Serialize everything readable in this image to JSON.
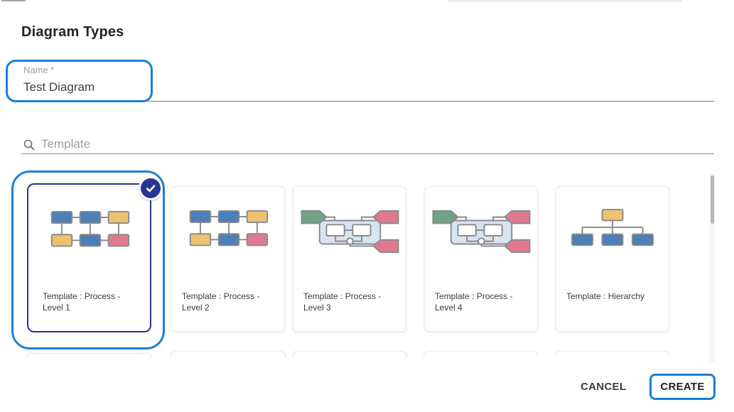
{
  "dialog": {
    "title": "Diagram Types",
    "name_field": {
      "label": "Name *",
      "value": "Test Diagram"
    },
    "search": {
      "placeholder": "Template",
      "icon": "search-icon"
    },
    "templates": [
      {
        "label": "Template : Process - Level 1",
        "thumbnail": "process-flow",
        "selected": true
      },
      {
        "label": "Template : Process - Level 2",
        "thumbnail": "process-flow",
        "selected": false
      },
      {
        "label": "Template : Process - Level 3",
        "thumbnail": "gateway-flow",
        "selected": false
      },
      {
        "label": "Template : Process - Level 4",
        "thumbnail": "gateway-flow",
        "selected": false
      },
      {
        "label": "Template : Hierarchy",
        "thumbnail": "hierarchy-tree",
        "selected": false
      }
    ],
    "buttons": {
      "cancel": "CANCEL",
      "create": "CREATE"
    },
    "selected_badge_icon": "check-icon",
    "colors": {
      "annotation_blue": "#1b7fd6",
      "selected_navy": "#283593",
      "node_blue": "#4d7fb8",
      "node_yellow": "#ecc271",
      "node_pink": "#e0798f",
      "node_green": "#6fa287",
      "group_fill": "#d9e4f2",
      "connector_gray": "#8a8a8a",
      "scroll_thumb": "#b8b8b8"
    }
  }
}
